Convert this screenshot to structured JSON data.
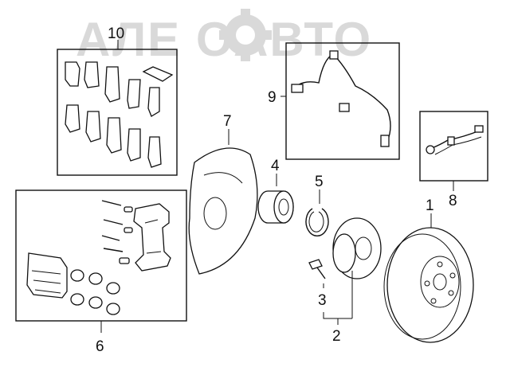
{
  "watermark": {
    "text": "АЛЕ ОАВТО"
  },
  "callouts": {
    "c1": "1",
    "c2": "2",
    "c3": "3",
    "c4": "4",
    "c5": "5",
    "c6": "6",
    "c7": "7",
    "c8": "8",
    "c9": "9",
    "c10": "10"
  },
  "colors": {
    "line": "#111111",
    "background": "#ffffff",
    "watermark": "#d9d9d9"
  }
}
